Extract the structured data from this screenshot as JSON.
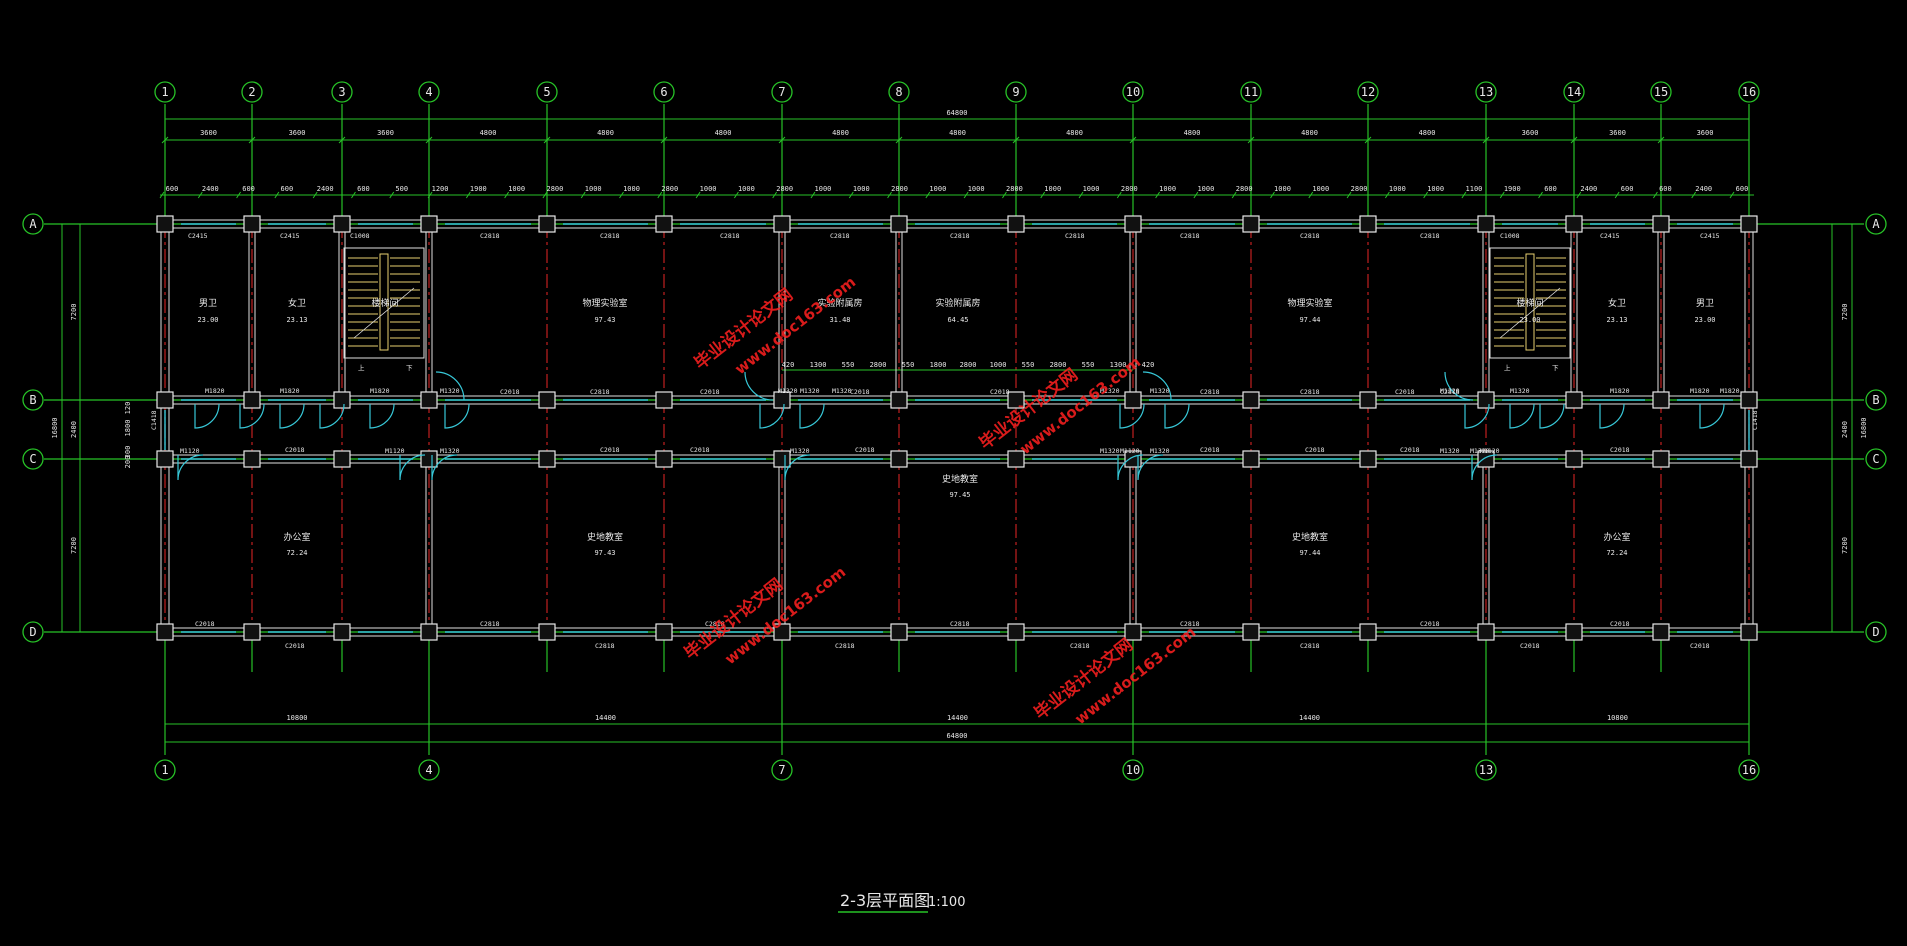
{
  "colors": {
    "axis": "#27c227",
    "wall": "#e0e0e0",
    "window": "#37c8d8",
    "column_axis": "#c02020",
    "watermark": "#ff2020"
  },
  "col_labels": [
    "1",
    "2",
    "3",
    "4",
    "5",
    "6",
    "7",
    "8",
    "9",
    "10",
    "11",
    "12",
    "13",
    "14",
    "15",
    "16"
  ],
  "bottom_col_labels": [
    "1",
    "4",
    "7",
    "10",
    "13",
    "16"
  ],
  "row_labels": [
    "A",
    "B",
    "C",
    "D"
  ],
  "overall_dim": "64800",
  "bay_dims": [
    "3600",
    "3600",
    "3600",
    "4800",
    "4800",
    "4800",
    "4800",
    "4800",
    "4800",
    "4800",
    "4800",
    "4800",
    "3600",
    "3600",
    "3600"
  ],
  "bottom_dims": [
    "10800",
    "14400",
    "14400",
    "14400",
    "10800"
  ],
  "detail_dims": [
    "600",
    "2400",
    "600",
    "600",
    "2400",
    "600",
    "500",
    "1200",
    "1900",
    "1000",
    "2800",
    "1000",
    "1000",
    "2800",
    "1000",
    "1000",
    "2800",
    "1000",
    "1000",
    "2800",
    "1000",
    "1000",
    "2800",
    "1000",
    "1000",
    "2800",
    "1000",
    "1000",
    "2800",
    "1000",
    "1000",
    "2800",
    "1000",
    "1000",
    "1100",
    "1900",
    "600",
    "2400",
    "600",
    "600",
    "2400",
    "600"
  ],
  "side_dims": {
    "left": [
      "7200",
      "2400",
      "7200"
    ],
    "left_total": "16800",
    "right": [
      "7200",
      "2400",
      "7200"
    ],
    "right_total": "16800",
    "small": [
      "120",
      "1800",
      "300",
      "200"
    ]
  },
  "corridor_dims": [
    "420",
    "1300",
    "550",
    "2800",
    "550",
    "1800",
    "2800",
    "1000",
    "550",
    "2800",
    "550",
    "1300",
    "420"
  ],
  "rooms_top": [
    {
      "name": "男卫",
      "area": "23.00"
    },
    {
      "name": "女卫",
      "area": "23.13"
    },
    {
      "name": "楼梯间",
      "area": ""
    },
    {
      "name": "物理实验室",
      "area": "97.43"
    },
    {
      "name": "实验附属房",
      "area": "31.48"
    },
    {
      "name": "实验附属房",
      "area": "64.45"
    },
    {
      "name": "物理实验室",
      "area": "97.44"
    },
    {
      "name": "楼梯间",
      "area": "23.00"
    },
    {
      "name": "女卫",
      "area": "23.13"
    },
    {
      "name": "男卫",
      "area": "23.00"
    }
  ],
  "rooms_bottom": [
    {
      "name": "办公室",
      "area": "72.24"
    },
    {
      "name": "史地教室",
      "area": "97.43"
    },
    {
      "name": "史地教室",
      "area": "97.45"
    },
    {
      "name": "史地教室",
      "area": "97.44"
    },
    {
      "name": "办公室",
      "area": "72.24"
    }
  ],
  "stair_marks": [
    "上",
    "下",
    "上",
    "下"
  ],
  "window_tags_top": [
    "C2415",
    "C2415",
    "C1008",
    "C2818",
    "C2818",
    "C2818",
    "C2818",
    "C2818",
    "C2818",
    "C2818",
    "C2818",
    "C2818",
    "C1008",
    "C2415",
    "C2415"
  ],
  "window_tags_b": [
    "C2018",
    "C2818",
    "C2018",
    "C2018",
    "C2018",
    "C2818",
    "C2818",
    "C2018",
    "C2818"
  ],
  "window_tags_c": [
    "C2018",
    "C2018",
    "C2018",
    "C2018",
    "C2018",
    "C2018",
    "C2018",
    "C2018"
  ],
  "window_tags_d": [
    "C2018",
    "C2018",
    "C2818",
    "C2818",
    "C2818",
    "C2818",
    "C2818",
    "C2818",
    "C2818",
    "C2818",
    "C2018",
    "C2018",
    "C2018",
    "C2018"
  ],
  "door_tags": [
    "M1820",
    "M1820",
    "M1820",
    "M1320",
    "M1320",
    "M1320",
    "M1320",
    "M1320",
    "M1320",
    "M1320",
    "M1320",
    "M1820",
    "M1820",
    "M1820",
    "M1120",
    "M1120",
    "M1320",
    "M1320",
    "M1320",
    "M1320",
    "M1320",
    "M1320",
    "M1120",
    "M1120"
  ],
  "small_tags": [
    "C1418",
    "C1418"
  ],
  "watermark_cn": "毕业设计论文网",
  "watermark_url": "www.doc163.com",
  "drawing_title": "2-3层平面图",
  "drawing_scale": "1:100"
}
